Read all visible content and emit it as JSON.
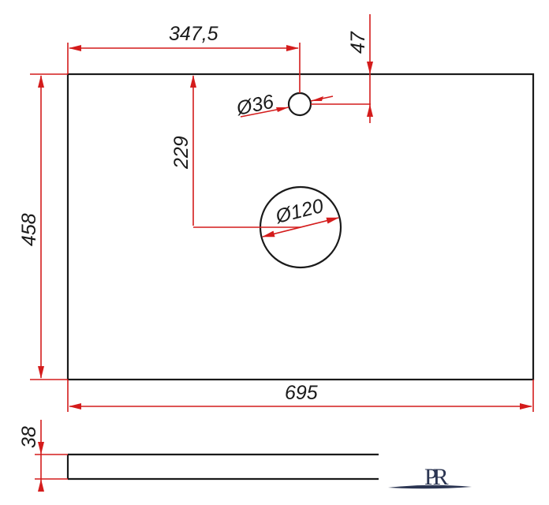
{
  "dimensions": {
    "top_offset": "347,5",
    "small_hole_offset": "47",
    "small_hole_diameter": "Ø36",
    "large_hole_offset": "229",
    "large_hole_diameter": "Ø120",
    "height": "458",
    "width": "695",
    "thickness": "38"
  },
  "logo": {
    "text": "PR"
  },
  "colors": {
    "outline": "#1a1a1a",
    "dimension": "#d41c1c",
    "logo": "#2b3552"
  }
}
